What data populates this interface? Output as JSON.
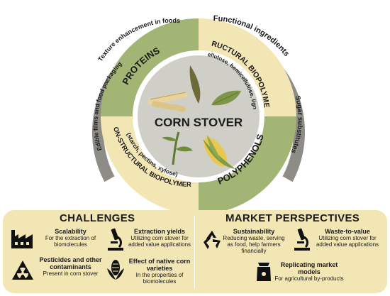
{
  "wheel": {
    "center_label": "CORN STOVER",
    "quadrants": {
      "proteins": "PROTEINS",
      "structural_title": "STRUCTURAL BIOPOLYMERS",
      "structural_sub": "(Cellulose, hemicellulose, lignin)",
      "polyphenols": "POLYPHENOLS",
      "nonstructural_title": "NON-STRUCTURAL BIOPOLYMERS",
      "nonstructural_sub": "(starch, pectins, xylose)"
    },
    "outer_ring": {
      "edible_films": "Edible films and food packaging",
      "texture": "Texture enhancement in foods",
      "functional": "Functional ingredients",
      "sugar": "Sugar substitutes"
    }
  },
  "challenges": {
    "title": "CHALLENGES",
    "items": [
      {
        "icon": "factory-icon",
        "heading": "Scalability",
        "desc": "For the extraction of biomolecules"
      },
      {
        "icon": "microscope-icon",
        "heading": "Extraction yields",
        "desc": "Utilizing corn stover for added value applications"
      },
      {
        "icon": "radiation-icon",
        "heading": "Pesticides and other contaminants",
        "desc": "Present in corn stover"
      },
      {
        "icon": "corn-icon",
        "heading": "Effect of native corn varieties",
        "desc": "In the properties of biomolecules"
      }
    ]
  },
  "market": {
    "title": "MARKET PERSPECTIVES",
    "items": [
      {
        "icon": "recycle-icon",
        "heading": "Sustainability",
        "desc": "Reducing waste, serving as food, help farmers financially"
      },
      {
        "icon": "microscope-icon",
        "heading": "Waste-to-value",
        "desc": "Utilizing corn stover for added value applications"
      },
      {
        "icon": "bag-icon",
        "heading": "Replicating market models",
        "desc": "For agricultural by-products"
      }
    ]
  },
  "colors": {
    "green": "#a3b575",
    "cream": "#f3e6b5",
    "ring": "#8e8c86",
    "center": "#cfcfc8",
    "inner_ring": "#ffffff"
  }
}
